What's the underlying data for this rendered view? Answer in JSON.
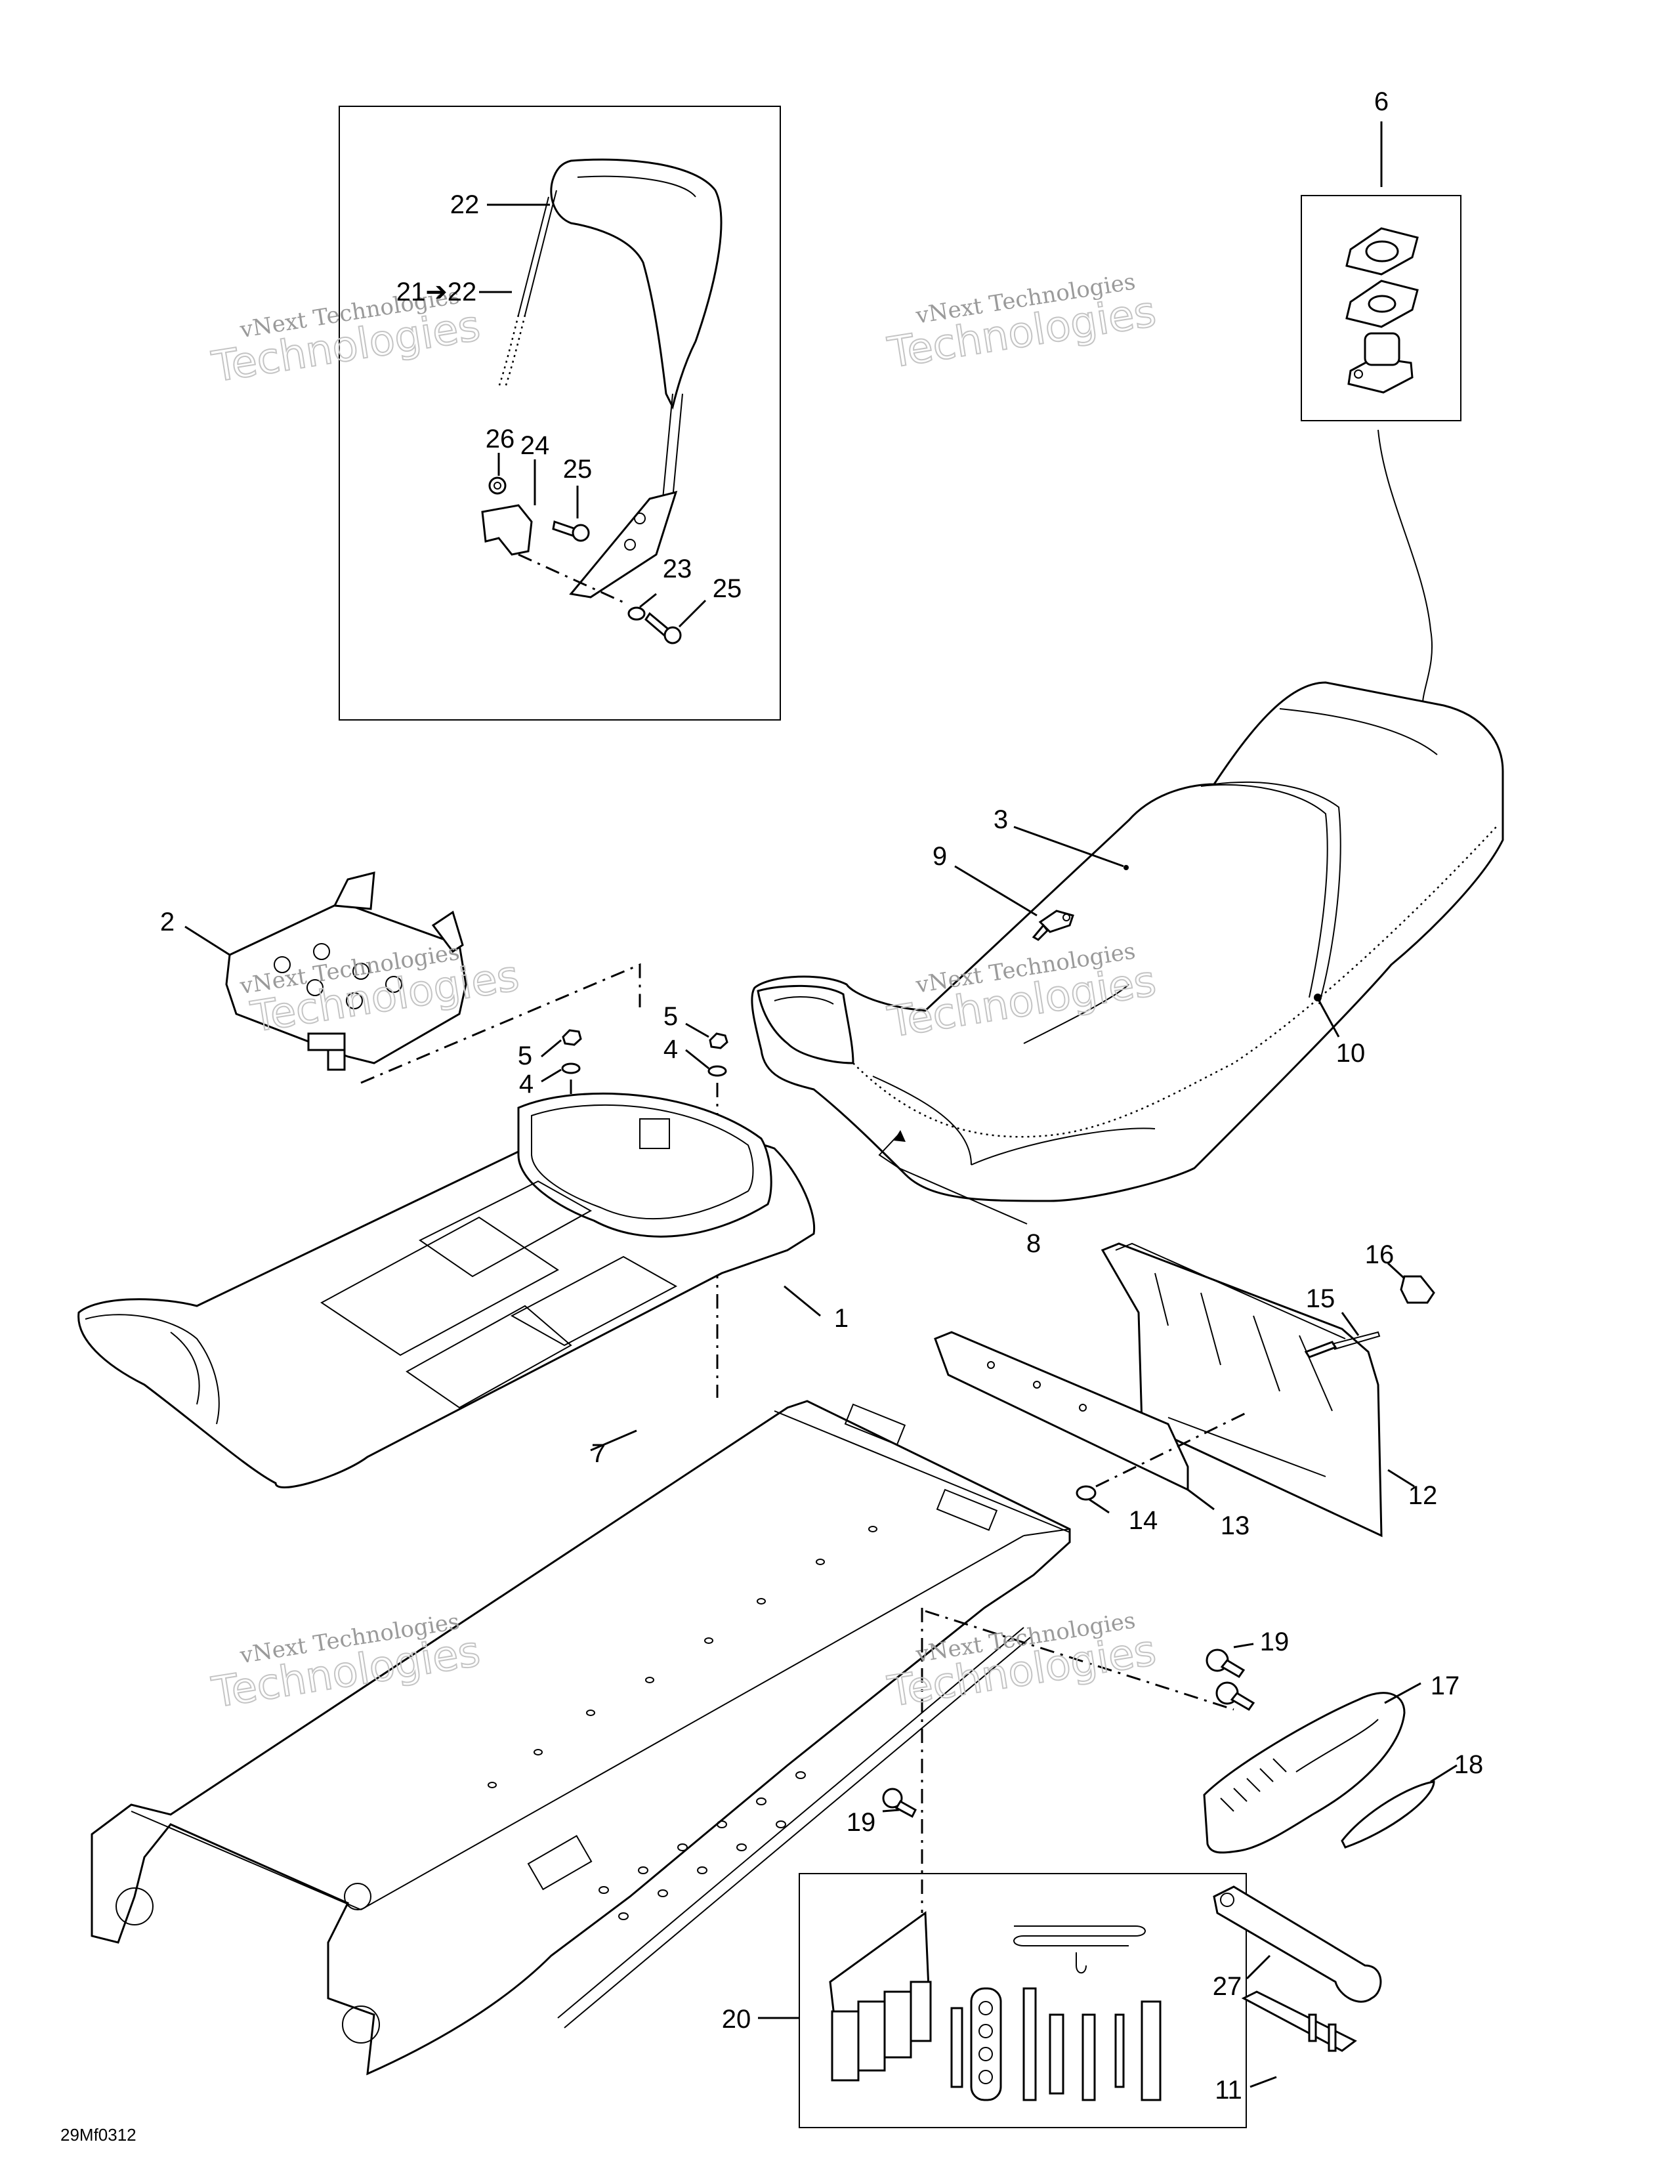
{
  "diagram": {
    "drawing_code": "29Mf0312",
    "watermark": {
      "line1": "vNext",
      "line2": "Technologies",
      "full": "vNext Technologies"
    },
    "callouts": [
      {
        "id": "22-top",
        "label": "22"
      },
      {
        "id": "21-22",
        "label": "21➔22"
      },
      {
        "id": "26",
        "label": "26"
      },
      {
        "id": "24",
        "label": "24"
      },
      {
        "id": "25-a",
        "label": "25"
      },
      {
        "id": "23",
        "label": "23"
      },
      {
        "id": "25-b",
        "label": "25"
      },
      {
        "id": "6",
        "label": "6"
      },
      {
        "id": "3",
        "label": "3"
      },
      {
        "id": "9",
        "label": "9"
      },
      {
        "id": "10",
        "label": "10"
      },
      {
        "id": "8",
        "label": "8"
      },
      {
        "id": "2",
        "label": "2"
      },
      {
        "id": "5-a",
        "label": "5"
      },
      {
        "id": "4-a",
        "label": "4"
      },
      {
        "id": "5-b",
        "label": "5"
      },
      {
        "id": "4-b",
        "label": "4"
      },
      {
        "id": "1",
        "label": "1"
      },
      {
        "id": "7",
        "label": "7"
      },
      {
        "id": "16",
        "label": "16"
      },
      {
        "id": "15",
        "label": "15"
      },
      {
        "id": "12",
        "label": "12"
      },
      {
        "id": "13",
        "label": "13"
      },
      {
        "id": "14",
        "label": "14"
      },
      {
        "id": "19-a",
        "label": "19"
      },
      {
        "id": "17",
        "label": "17"
      },
      {
        "id": "18",
        "label": "18"
      },
      {
        "id": "19-b",
        "label": "19"
      },
      {
        "id": "20",
        "label": "20"
      },
      {
        "id": "27",
        "label": "27"
      },
      {
        "id": "11",
        "label": "11"
      }
    ]
  }
}
